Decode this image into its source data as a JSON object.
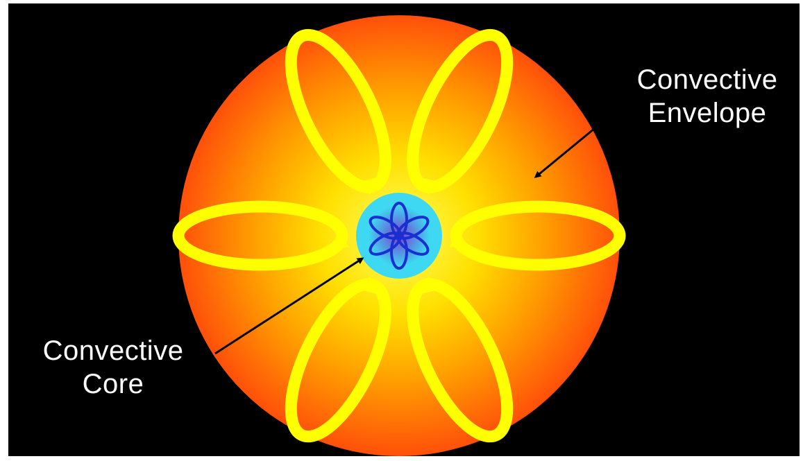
{
  "labels": {
    "envelope": {
      "line1": "Convective",
      "line2": "Envelope"
    },
    "core": {
      "line1": "Convective",
      "line2": "Core"
    }
  },
  "colors": {
    "background": "#000000",
    "star_outer": "#ff4e0a",
    "star_mid": "#ff9a00",
    "star_inner": "#ffff40",
    "flow_loops": "#ffff00",
    "core_fill": "#3fd8f2",
    "core_center": "#8a3ccc",
    "core_loops": "#1a2fd0",
    "arrows": "#000000",
    "text": "#ffffff"
  },
  "icons": [
    "convection-loop-arrow",
    "pointer-arrow"
  ]
}
